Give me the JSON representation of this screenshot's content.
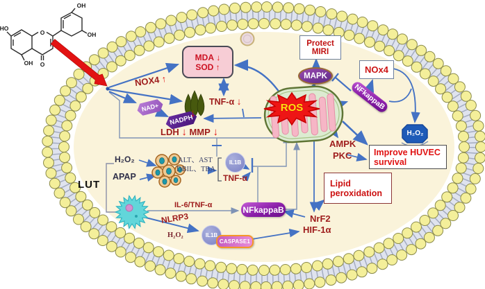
{
  "colors": {
    "arrow_blue": "#4472c4",
    "thin_blue": "#7f93b5",
    "emphasis_red": "#e01010",
    "label_dark_red": "#9e1c1c",
    "membrane_yellow": "#f4ef9a",
    "cytoplasm_cream": "#faf3da",
    "node_purple": "#8a1ea8",
    "ros_red": "#ee1515",
    "ros_text_yellow": "#ffe012"
  },
  "molecule": {
    "ho": "HO",
    "oh_top": "OH",
    "oh_right": "OH",
    "oh_bottom": "OH",
    "o_ring": "O",
    "o_ketone": "O"
  },
  "lut_label": "LUT",
  "membrane_pathway": {
    "nox4": "NOX4",
    "nox4_dir": "↑",
    "nad": "NAD+",
    "nadph": "NADPH",
    "nadph_dir": "↓",
    "tnf": "TNF-α",
    "tnf_dir": "↓",
    "ldh": "LDH",
    "ldh_dir": "↓",
    "mmp": "MMP",
    "mmp_dir": "↓",
    "mda": "MDA",
    "mda_dir": "↓",
    "sod": "SOD",
    "sod_dir": "↑"
  },
  "mitochondria": {
    "ros": "ROS"
  },
  "cardio_pathway": {
    "mapk": "MAPK",
    "protect_line1": "Protect",
    "protect_line2": "MIRI",
    "nox4_box": "NOx4",
    "nfkappab": "NFkappaB",
    "h2o2": "H₂O₂",
    "improve_line1": "Improve HUVEC",
    "improve_line2": "survival",
    "ampk": "AMPK",
    "pkc": "PKC"
  },
  "oxidative_pathway": {
    "lipid_line1": "Lipid",
    "lipid_line2": "peroxidation",
    "nrf2": "NrF2",
    "hif1a": "HIF-1α"
  },
  "liver_pathway": {
    "h2o2": "H₂O₂",
    "apap": "APAP",
    "markers_line1": "ALT、AST",
    "markers_line2": "DBIL、TBA",
    "il1b": "IL1B",
    "tnf": "TNF-α"
  },
  "inflammation_pathway": {
    "il6_tnf": "IL-6/TNF-α",
    "nfkappab": "NFkappaB",
    "nlrp3": "NLRP3",
    "h2o2": "H₂O₂",
    "il1b": "IL1B",
    "caspase1": "CASPASE1"
  }
}
